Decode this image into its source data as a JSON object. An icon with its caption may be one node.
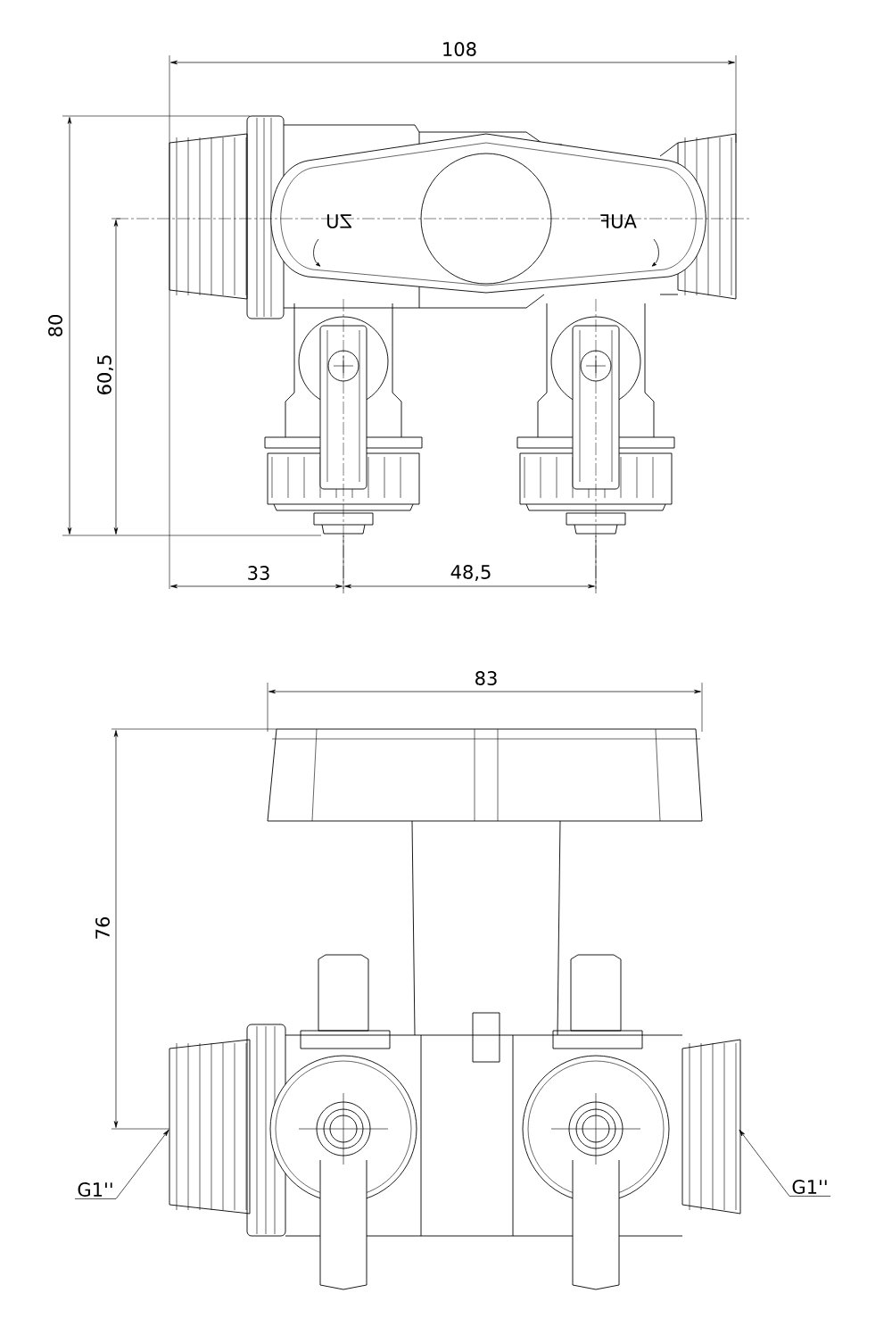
{
  "diagram": {
    "nodes": [
      {
        "text": [
          "G1''"
        ]
      },
      {
        "text": [
          "G1''"
        ]
      }
    ],
    "edges": [
      {
        "from": 0,
        "to": null,
        "arrow": "to"
      },
      {
        "from": 1,
        "to": null,
        "arrow": "to"
      }
    ],
    "labels": [
      "108",
      "80",
      "ZU",
      "AUF",
      "60,5",
      "33",
      "48,5",
      "83",
      "76"
    ]
  }
}
